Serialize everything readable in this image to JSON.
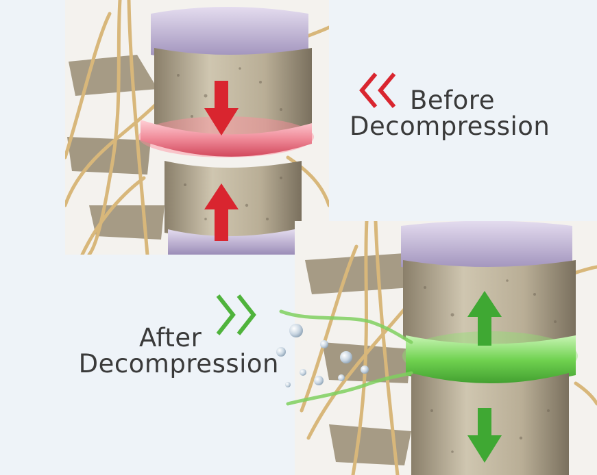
{
  "before": {
    "line1": "Before",
    "line2": "Decompression",
    "accent_color": "#d9252f",
    "icon": "double-chevron-left-icon"
  },
  "after": {
    "line1": "After",
    "line2": "Decompression",
    "accent_color": "#4fb33c",
    "icon": "double-chevron-right-icon"
  }
}
